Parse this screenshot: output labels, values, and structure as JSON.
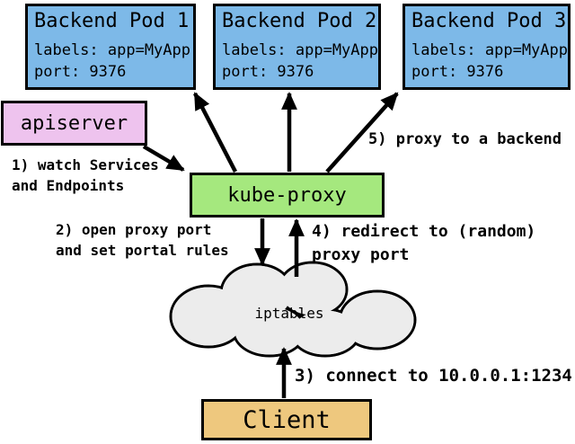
{
  "pods": [
    {
      "title": "Backend Pod 1",
      "labels": "labels: app=MyApp",
      "port": "port: 9376"
    },
    {
      "title": "Backend Pod 2",
      "labels": "labels: app=MyApp",
      "port": "port: 9376"
    },
    {
      "title": "Backend Pod 3",
      "labels": "labels: app=MyApp",
      "port": "port: 9376"
    }
  ],
  "nodes": {
    "apiserver": "apiserver",
    "kube_proxy": "kube-proxy",
    "iptables": "iptables",
    "client": "Client"
  },
  "annotations": {
    "step1_line1": "1) watch Services",
    "step1_line2": "and Endpoints",
    "step2_line1": "2) open proxy port",
    "step2_line2": "and set portal rules",
    "step3": "3) connect to 10.0.0.1:1234",
    "step4_line1": "4) redirect to (random)",
    "step4_line2": "proxy port",
    "step5": "5) proxy to a backend"
  },
  "colors": {
    "pod_fill": "#7db9e8",
    "apiserver_fill": "#eec3ee",
    "kube_proxy_fill": "#a5e87e",
    "client_fill": "#eec87e",
    "cloud_fill": "#ececec",
    "stroke": "#000000",
    "background": "#ffffff"
  }
}
